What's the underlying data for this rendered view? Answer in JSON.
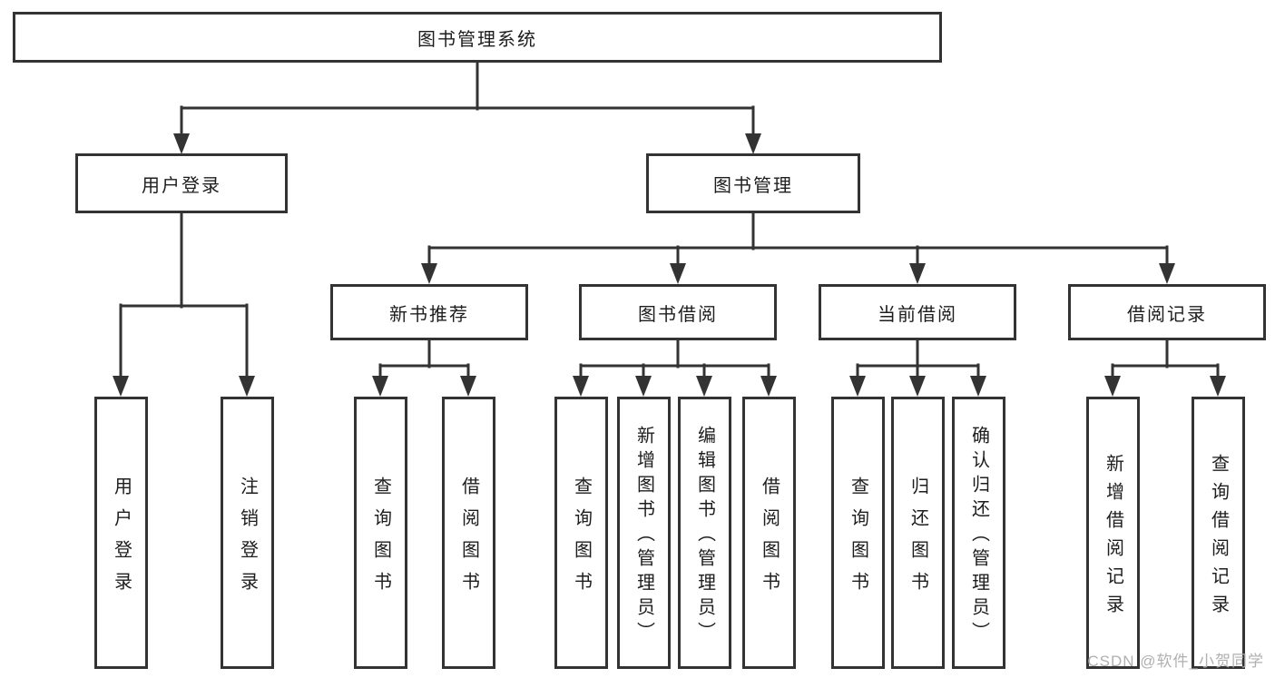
{
  "watermark": "CSDN @软件_小贺同学",
  "colors": {
    "line": "#333333",
    "box_border": "#333333",
    "box_fill": "#ffffff",
    "text": "#1d1d1d",
    "watermark_text": "#b0b0b0",
    "background": "#ffffff"
  },
  "tree": {
    "root": {
      "label": "图书管理系统",
      "children": [
        {
          "label": "用户登录",
          "children": [
            {
              "label": "用户登录"
            },
            {
              "label": "注销登录"
            }
          ]
        },
        {
          "label": "图书管理",
          "children": [
            {
              "label": "新书推荐",
              "children": [
                {
                  "label": "查询图书"
                },
                {
                  "label": "借阅图书"
                }
              ]
            },
            {
              "label": "图书借阅",
              "children": [
                {
                  "label": "查询图书"
                },
                {
                  "label": "新增图书（管理员）"
                },
                {
                  "label": "编辑图书（管理员）"
                },
                {
                  "label": "借阅图书"
                }
              ]
            },
            {
              "label": "当前借阅",
              "children": [
                {
                  "label": "查询图书"
                },
                {
                  "label": "归还图书"
                },
                {
                  "label": "确认归还（管理员）"
                }
              ]
            },
            {
              "label": "借阅记录",
              "children": [
                {
                  "label": "新增借阅记录"
                },
                {
                  "label": "查询借阅记录"
                }
              ]
            }
          ]
        }
      ]
    }
  }
}
